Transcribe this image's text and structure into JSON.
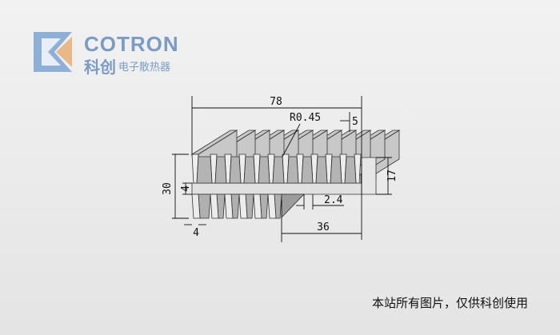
{
  "logo": {
    "brand": "COTRON",
    "brand_cn": "科创",
    "tagline": "电子散热器"
  },
  "dimensions": {
    "width": "78",
    "fin_radius": "R0.45",
    "fin_tip": "5",
    "height": "30",
    "base": "4",
    "edge": "4",
    "fin_gap": "2.4",
    "half_width": "36",
    "right_height": "17"
  },
  "caption": "本站所有图片，仅供科创使用",
  "colors": {
    "brand": "#7a9cc4",
    "accent": "#e8b88a"
  }
}
